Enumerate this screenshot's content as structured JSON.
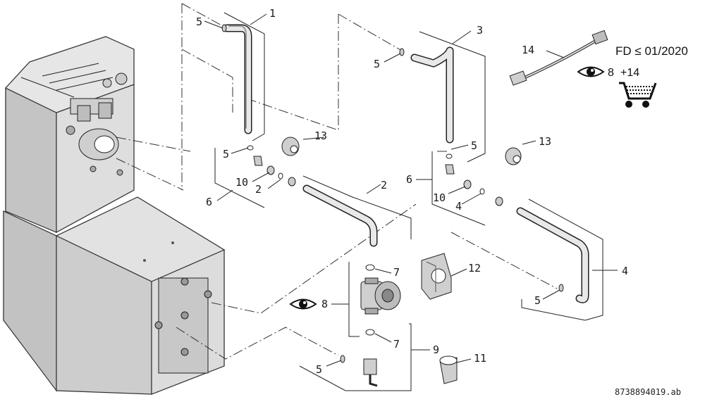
{
  "labels": {
    "p1": "1",
    "p2a": "2",
    "p2b": "2",
    "p3": "3",
    "p4a": "4",
    "p4b": "4",
    "p5a": "5",
    "p5b": "5",
    "p5c": "5",
    "p5d": "5",
    "p5e": "5",
    "p5f": "5",
    "p6a": "6",
    "p6b": "6",
    "p7a": "7",
    "p7b": "7",
    "p8a": "8",
    "p8b": "8",
    "p9": "9",
    "p10a": "10",
    "p10b": "10",
    "p11": "11",
    "p12": "12",
    "p13a": "13",
    "p13b": "13",
    "p14": "14",
    "p14plus": "+14"
  },
  "note": {
    "fd": "FD ≤ 01/2020"
  },
  "document_id": "8738894019.ab",
  "icons": {
    "eye": "eye-icon",
    "cart": "shopping-cart-icon"
  }
}
